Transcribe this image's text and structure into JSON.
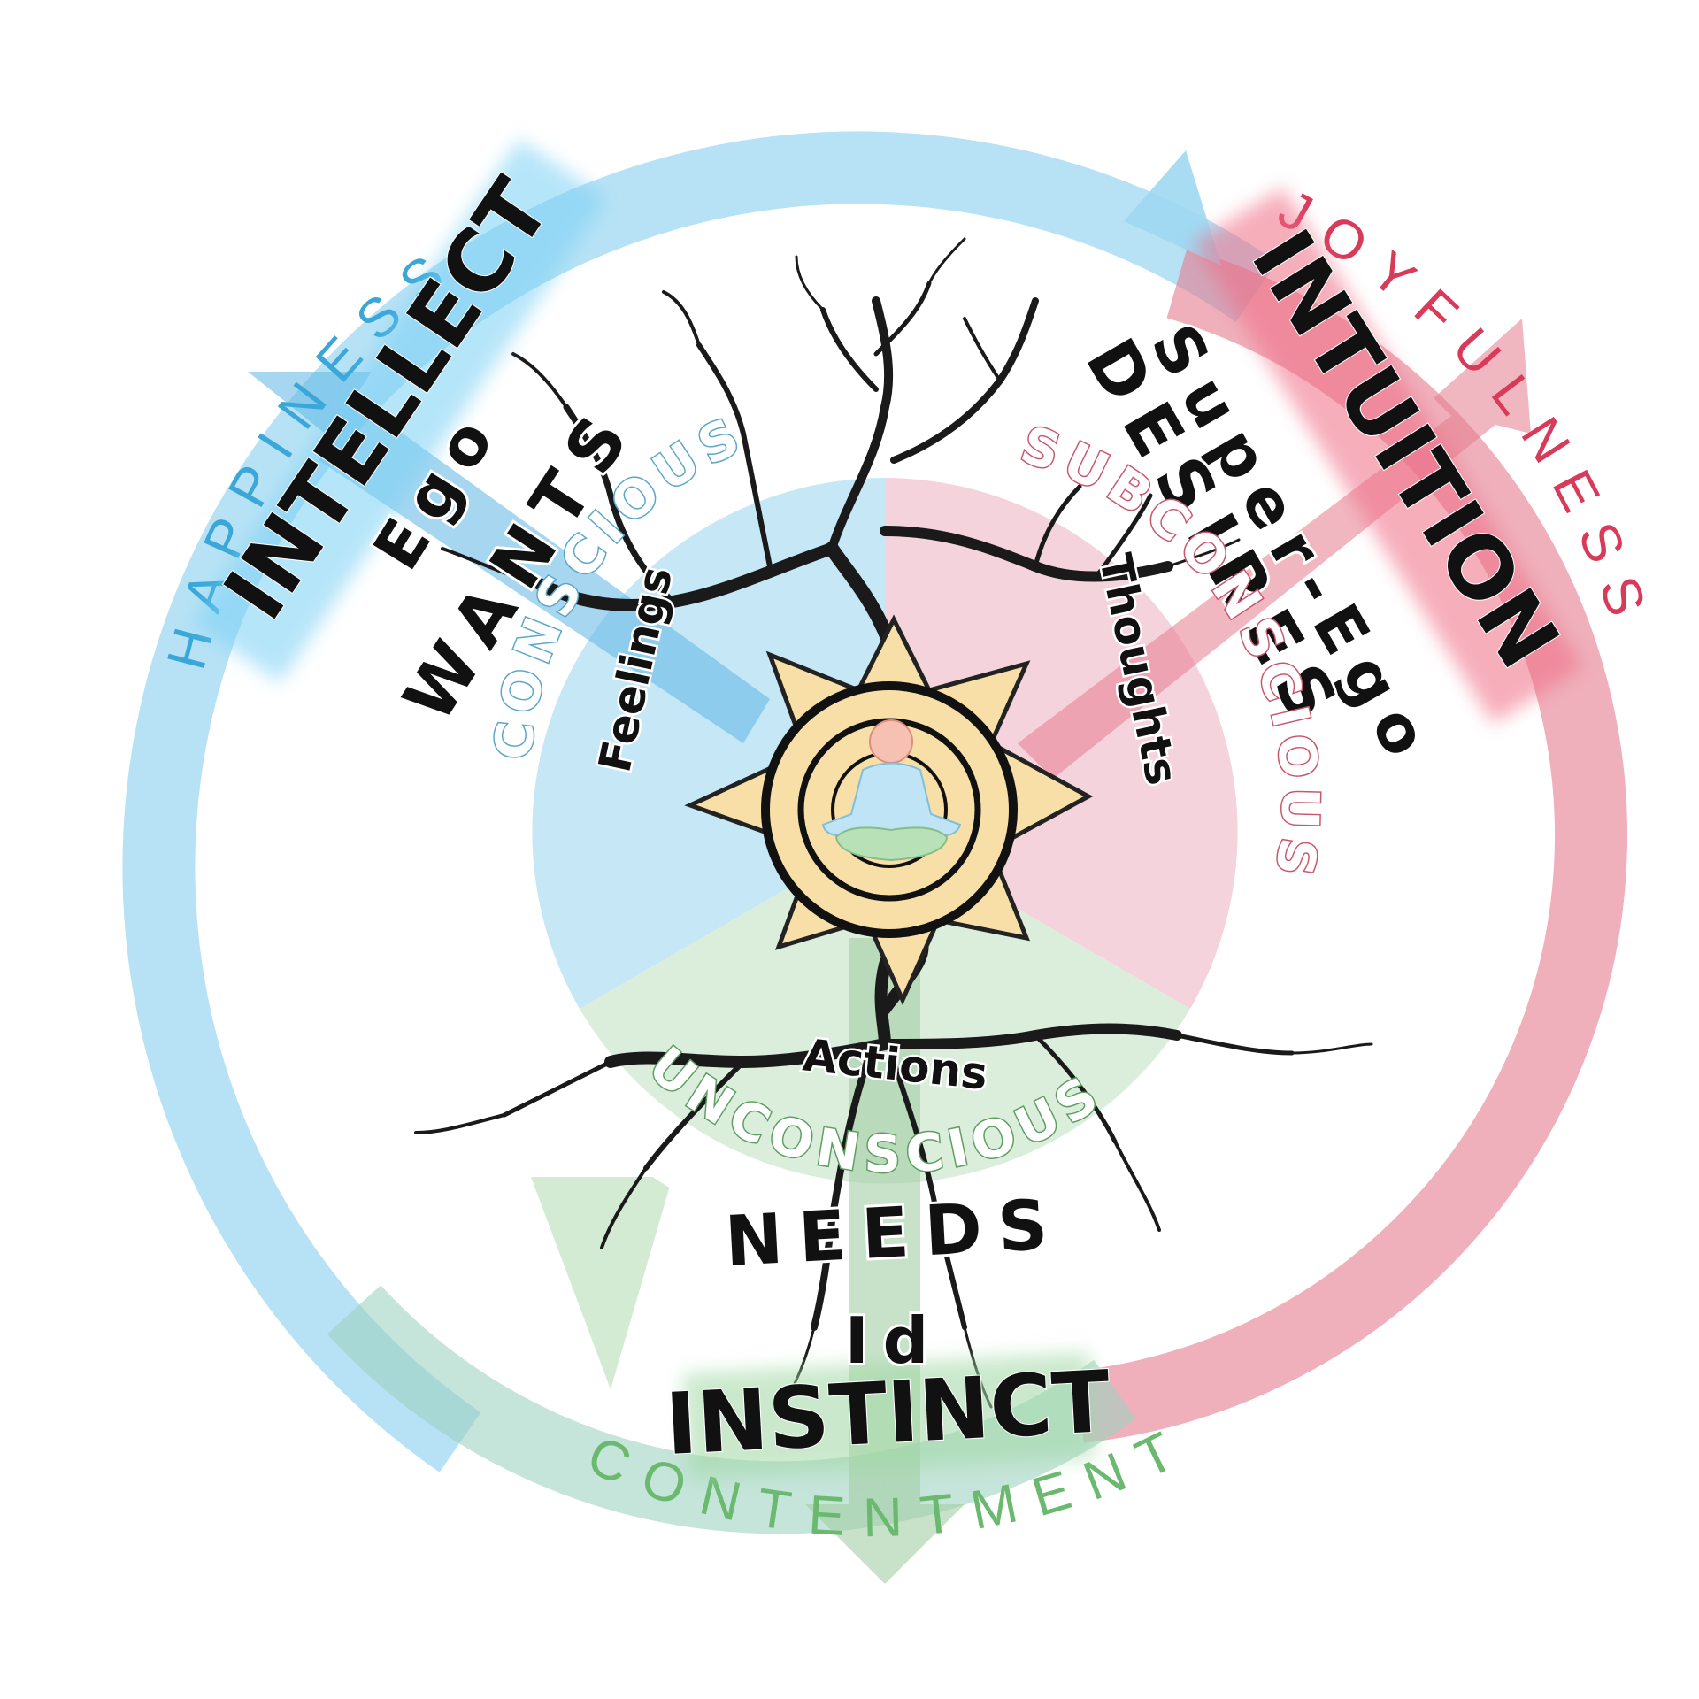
{
  "colors": {
    "blue": "#9fd8f2",
    "blue_text": "#3aa7d8",
    "pink": "#e57b8e",
    "pink_text": "#d83a5a",
    "green": "#b6dcb6",
    "green_text": "#6ab96f",
    "sun": "#f8dfa8",
    "ink": "#111111"
  },
  "outer_labels": {
    "happiness": "HAPPINESS",
    "joyfulness": "JOYFULNESS",
    "contentment": "CONTENTMENT"
  },
  "faculties": {
    "intellect": "INTELLECT",
    "intuition": "INTUITION",
    "instinct": "INSTINCT"
  },
  "psyche": {
    "ego": "Ego",
    "super_ego": "Super-Ego",
    "id": "Id"
  },
  "drives": {
    "wants": "WANTS",
    "desires": "DESIRES",
    "needs": "NEEDS"
  },
  "awareness": {
    "conscious": "CONSCIOUS",
    "subconscious": "SUBCONSCIOUS",
    "unconscious": "UNCONSCIOUS"
  },
  "center_labels": {
    "feelings": "Feelings",
    "thoughts": "Thoughts",
    "actions": "Actions"
  },
  "icons": {
    "tree": "tree-of-life-icon",
    "sun": "sun-star-icon",
    "meditator": "meditating-person-icon"
  }
}
